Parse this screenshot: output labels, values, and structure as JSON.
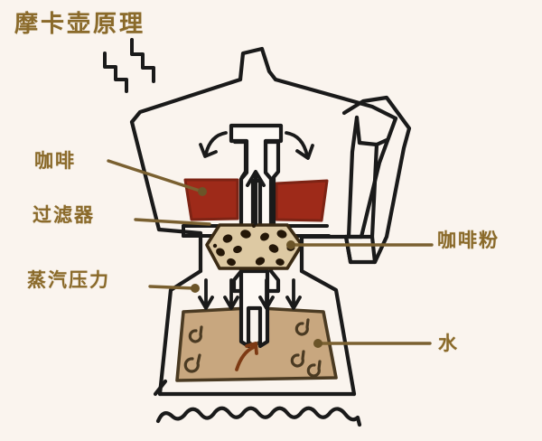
{
  "meta": {
    "kind": "hand-drawn-diagram",
    "subject": "moka-pot-cross-section",
    "background_color": "#faf4ee"
  },
  "title": {
    "text": "摩卡壶原理"
  },
  "labels": [
    {
      "id": "coffee",
      "text": "咖啡",
      "side": "left",
      "target": "upper-chamber-brewed-coffee"
    },
    {
      "id": "filter",
      "text": "过滤器",
      "side": "left",
      "target": "filter-plate"
    },
    {
      "id": "steam",
      "text": "蒸汽压力",
      "side": "left",
      "target": "steam-pressure-zone"
    },
    {
      "id": "grounds",
      "text": "咖啡粉",
      "side": "right",
      "target": "coffee-grounds-basket"
    },
    {
      "id": "water",
      "text": "水",
      "side": "right",
      "target": "lower-water-chamber"
    }
  ],
  "colors": {
    "ink": "#1a1a1a",
    "coffee_liquid": "#9e2a19",
    "coffee_liquid_edge": "#7d2314",
    "water": "#c8a77f",
    "water_edge": "#4a3a22",
    "grounds_basket": "#ddc9a3",
    "grounds_bean": "#2a1c0e",
    "label_text": "#8a6a2a",
    "leader_line": "#7a6030",
    "background": "#faf4ee"
  },
  "elements": {
    "steam_wisps": 2,
    "lid_knob": "top-knob",
    "handle": "right-side-handle",
    "rising_arrow": "up-arrow-in-central-column",
    "pour_arrows": 2,
    "pressure_arrows": 4,
    "flow_arrow": "curved-arrow-at-column-base",
    "water_bubbles": 4,
    "grounds_beans": 11,
    "flame_line": "wavy-heat-source-line"
  }
}
